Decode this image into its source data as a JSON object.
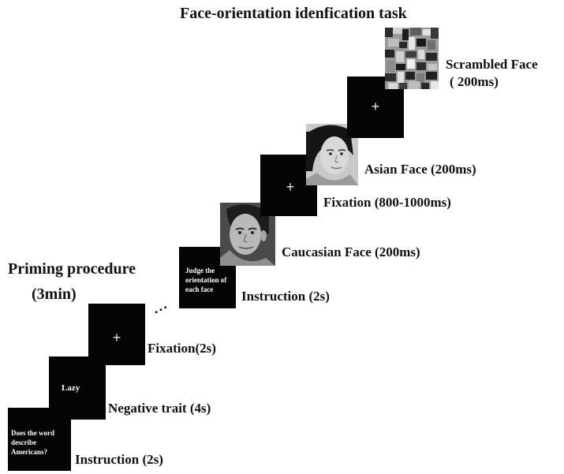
{
  "title": "Face-orientation idenfication task",
  "priming": {
    "line1": "Priming procedure",
    "line2": "(3min)"
  },
  "screens": {
    "instruction1_text": "Does the word describe Americans?",
    "trait_word": "Lazy",
    "instruction2_text": "Judge the orientation of each face",
    "fixation_symbol": "+"
  },
  "labels": {
    "instruction1": "Instruction (2s)",
    "negative_trait": "Negative trait (4s)",
    "fixation1": "Fixation(2s)",
    "instruction2": "Instruction (2s)",
    "caucasian_face": "Caucasian Face (200ms)",
    "fixation2": "Fixation (800-1000ms)",
    "asian_face": "Asian Face (200ms)",
    "scrambled_face_1": "Scrambled Face",
    "scrambled_face_2": "( 200ms)"
  },
  "ellipsis": "..."
}
